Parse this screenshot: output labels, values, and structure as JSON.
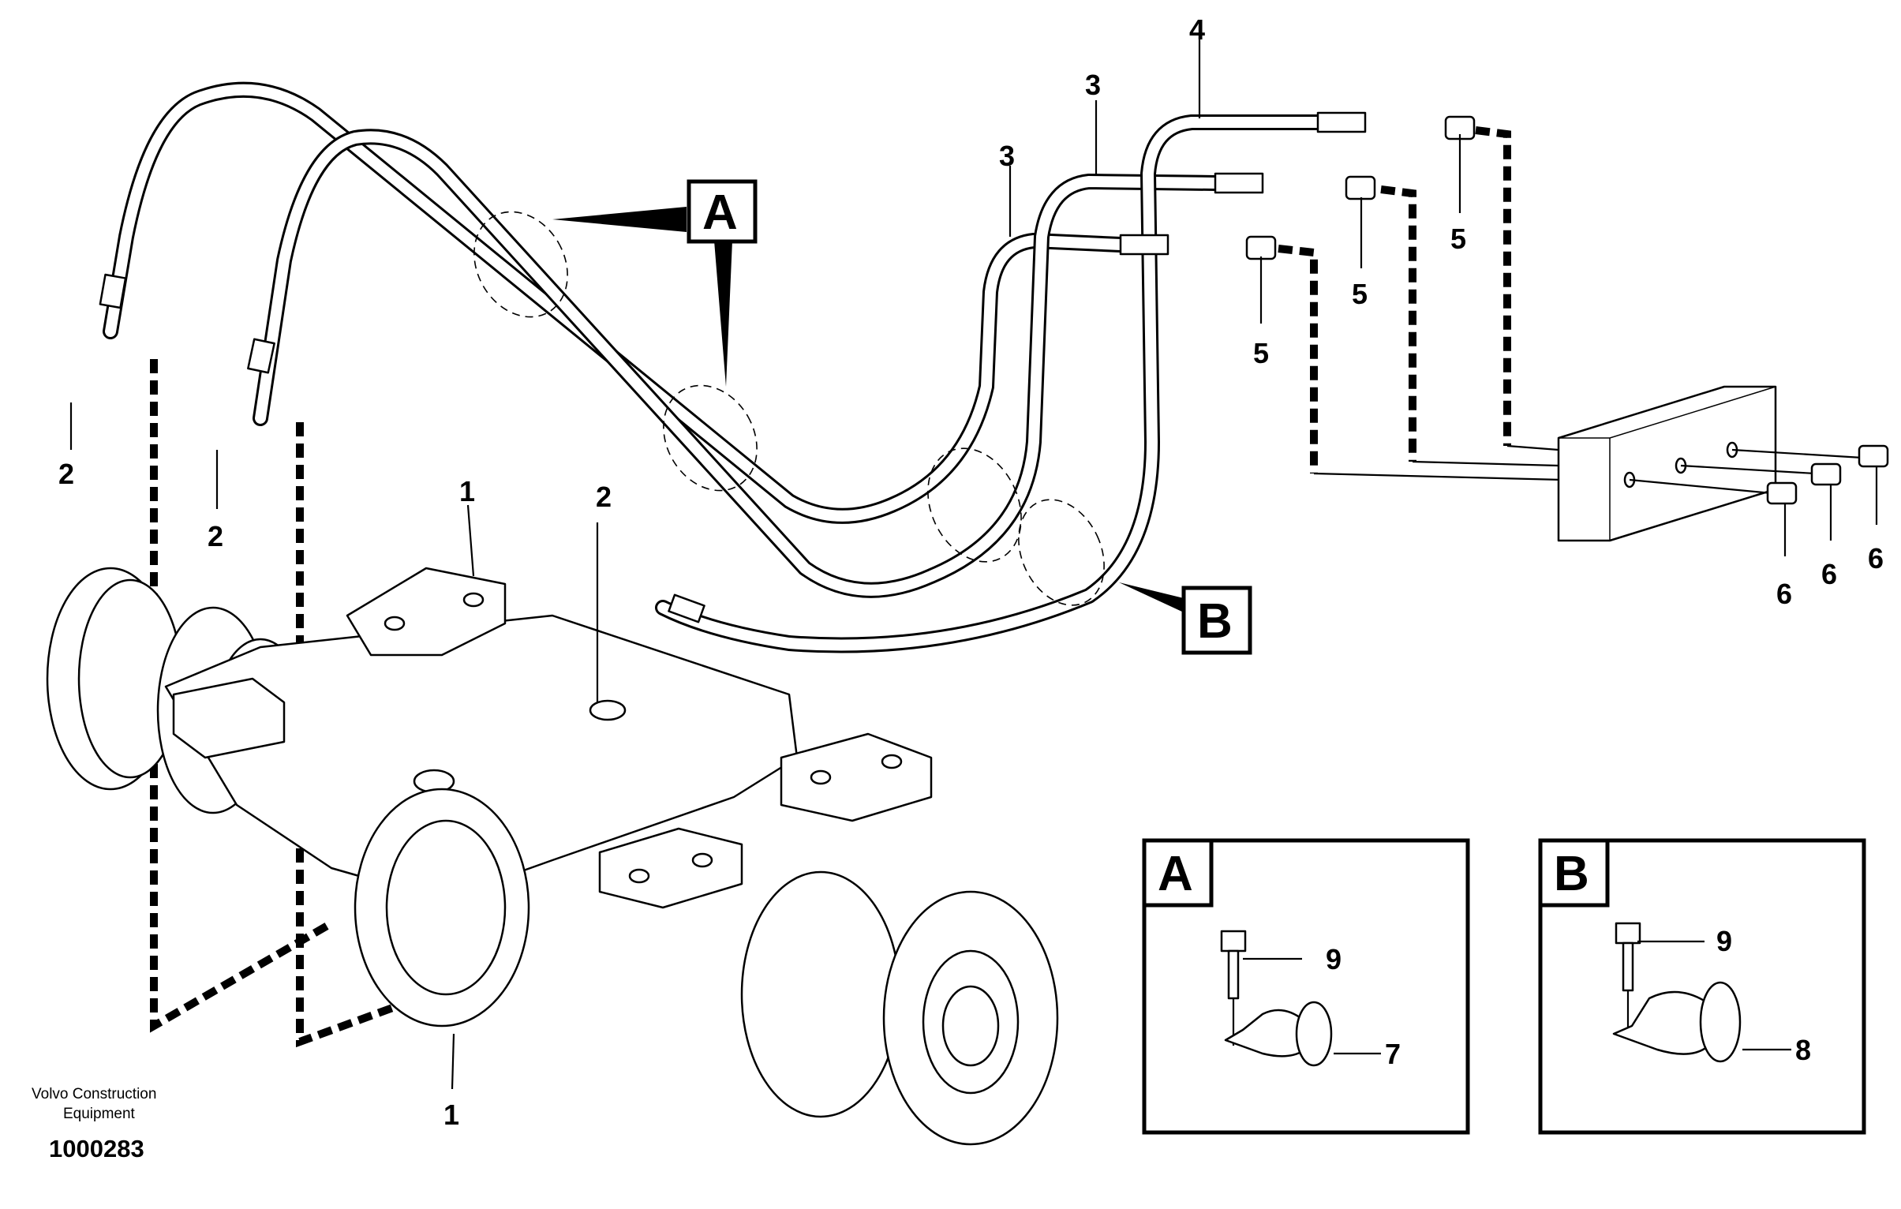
{
  "callouts": {
    "hose_a": "3",
    "hose_b": "3",
    "hose_c": "4",
    "adapter_a": "5",
    "adapter_b": "5",
    "adapter_c": "5",
    "nipple_a": "6",
    "nipple_b": "6",
    "nipple_c": "6",
    "elbow_left": "2",
    "elbow_mid": "2",
    "elbow_center": "2",
    "axle_top": "1",
    "axle_bottom": "1"
  },
  "detail_markers": {
    "a": "A",
    "b": "B"
  },
  "detail_a": {
    "title": "A",
    "screw_callout": "9",
    "clamp_callout": "7"
  },
  "detail_b": {
    "title": "B",
    "screw_callout": "9",
    "clamp_callout": "8"
  },
  "footer": {
    "company_line1": "Volvo Construction",
    "company_line2": "Equipment",
    "drawing_number": "1000283"
  }
}
